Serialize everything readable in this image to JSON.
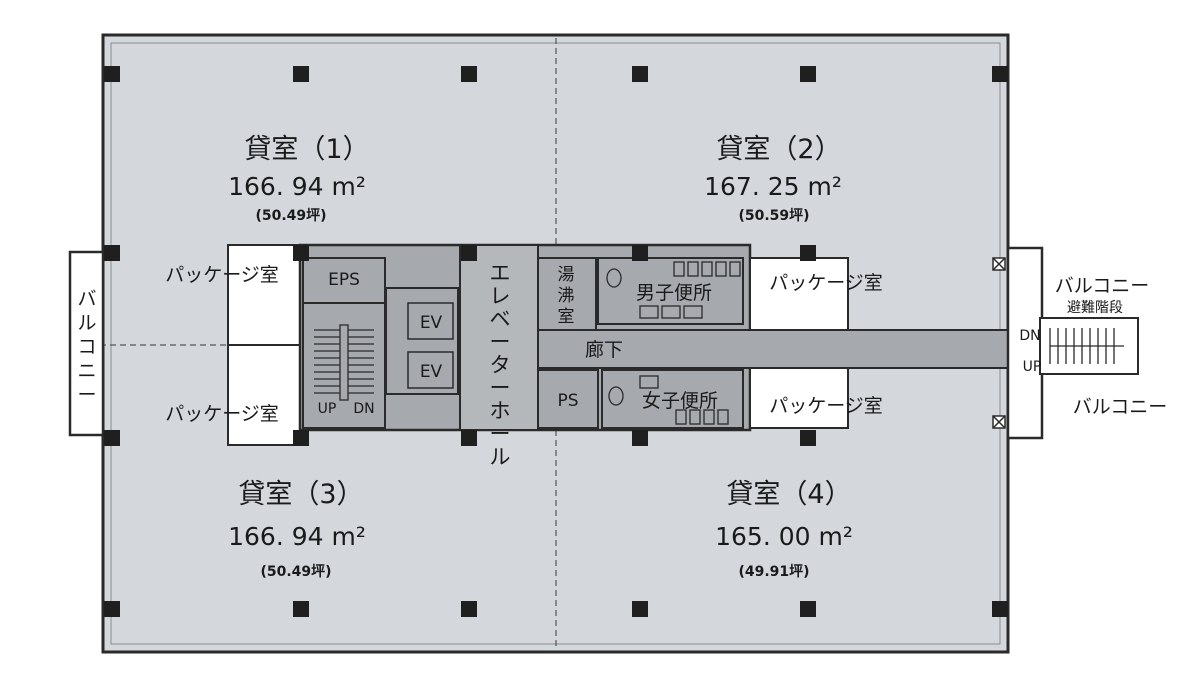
{
  "units": [
    {
      "name": "貸室（1）",
      "area": "166. 94 m²",
      "tsubo": "(50.49坪)"
    },
    {
      "name": "貸室（2）",
      "area": "167. 25 m²",
      "tsubo": "(50.59坪)"
    },
    {
      "name": "貸室（3）",
      "area": "166. 94 m²",
      "tsubo": "(50.49坪)"
    },
    {
      "name": "貸室（4）",
      "area": "165. 00 m²",
      "tsubo": "(49.91坪)"
    }
  ],
  "rooms": {
    "package_room": "パッケージ室",
    "eps": "EPS",
    "ev": "EV",
    "up": "UP",
    "dn": "DN",
    "elevator_hall": [
      "エ",
      "レ",
      "ベ",
      "ー",
      "タ",
      "ー",
      "ホ",
      "ー",
      "ル"
    ],
    "kitchenette": [
      "湯",
      "沸",
      "室"
    ],
    "mens_toilet": "男子便所",
    "womens_toilet": "女子便所",
    "ps": "PS",
    "corridor": "廊下",
    "balcony": "バルコニー",
    "balcony_vertical": [
      "バ",
      "ル",
      "コ",
      "ニ",
      "ー"
    ],
    "evac_stairs": "避難階段",
    "stair_dn": "DN",
    "stair_up": "UP"
  },
  "colors": {
    "floor": "#d4d7dc",
    "core": "#a6a9ad",
    "walls": "#2a2a2a",
    "columns": "#1f1f1f"
  }
}
